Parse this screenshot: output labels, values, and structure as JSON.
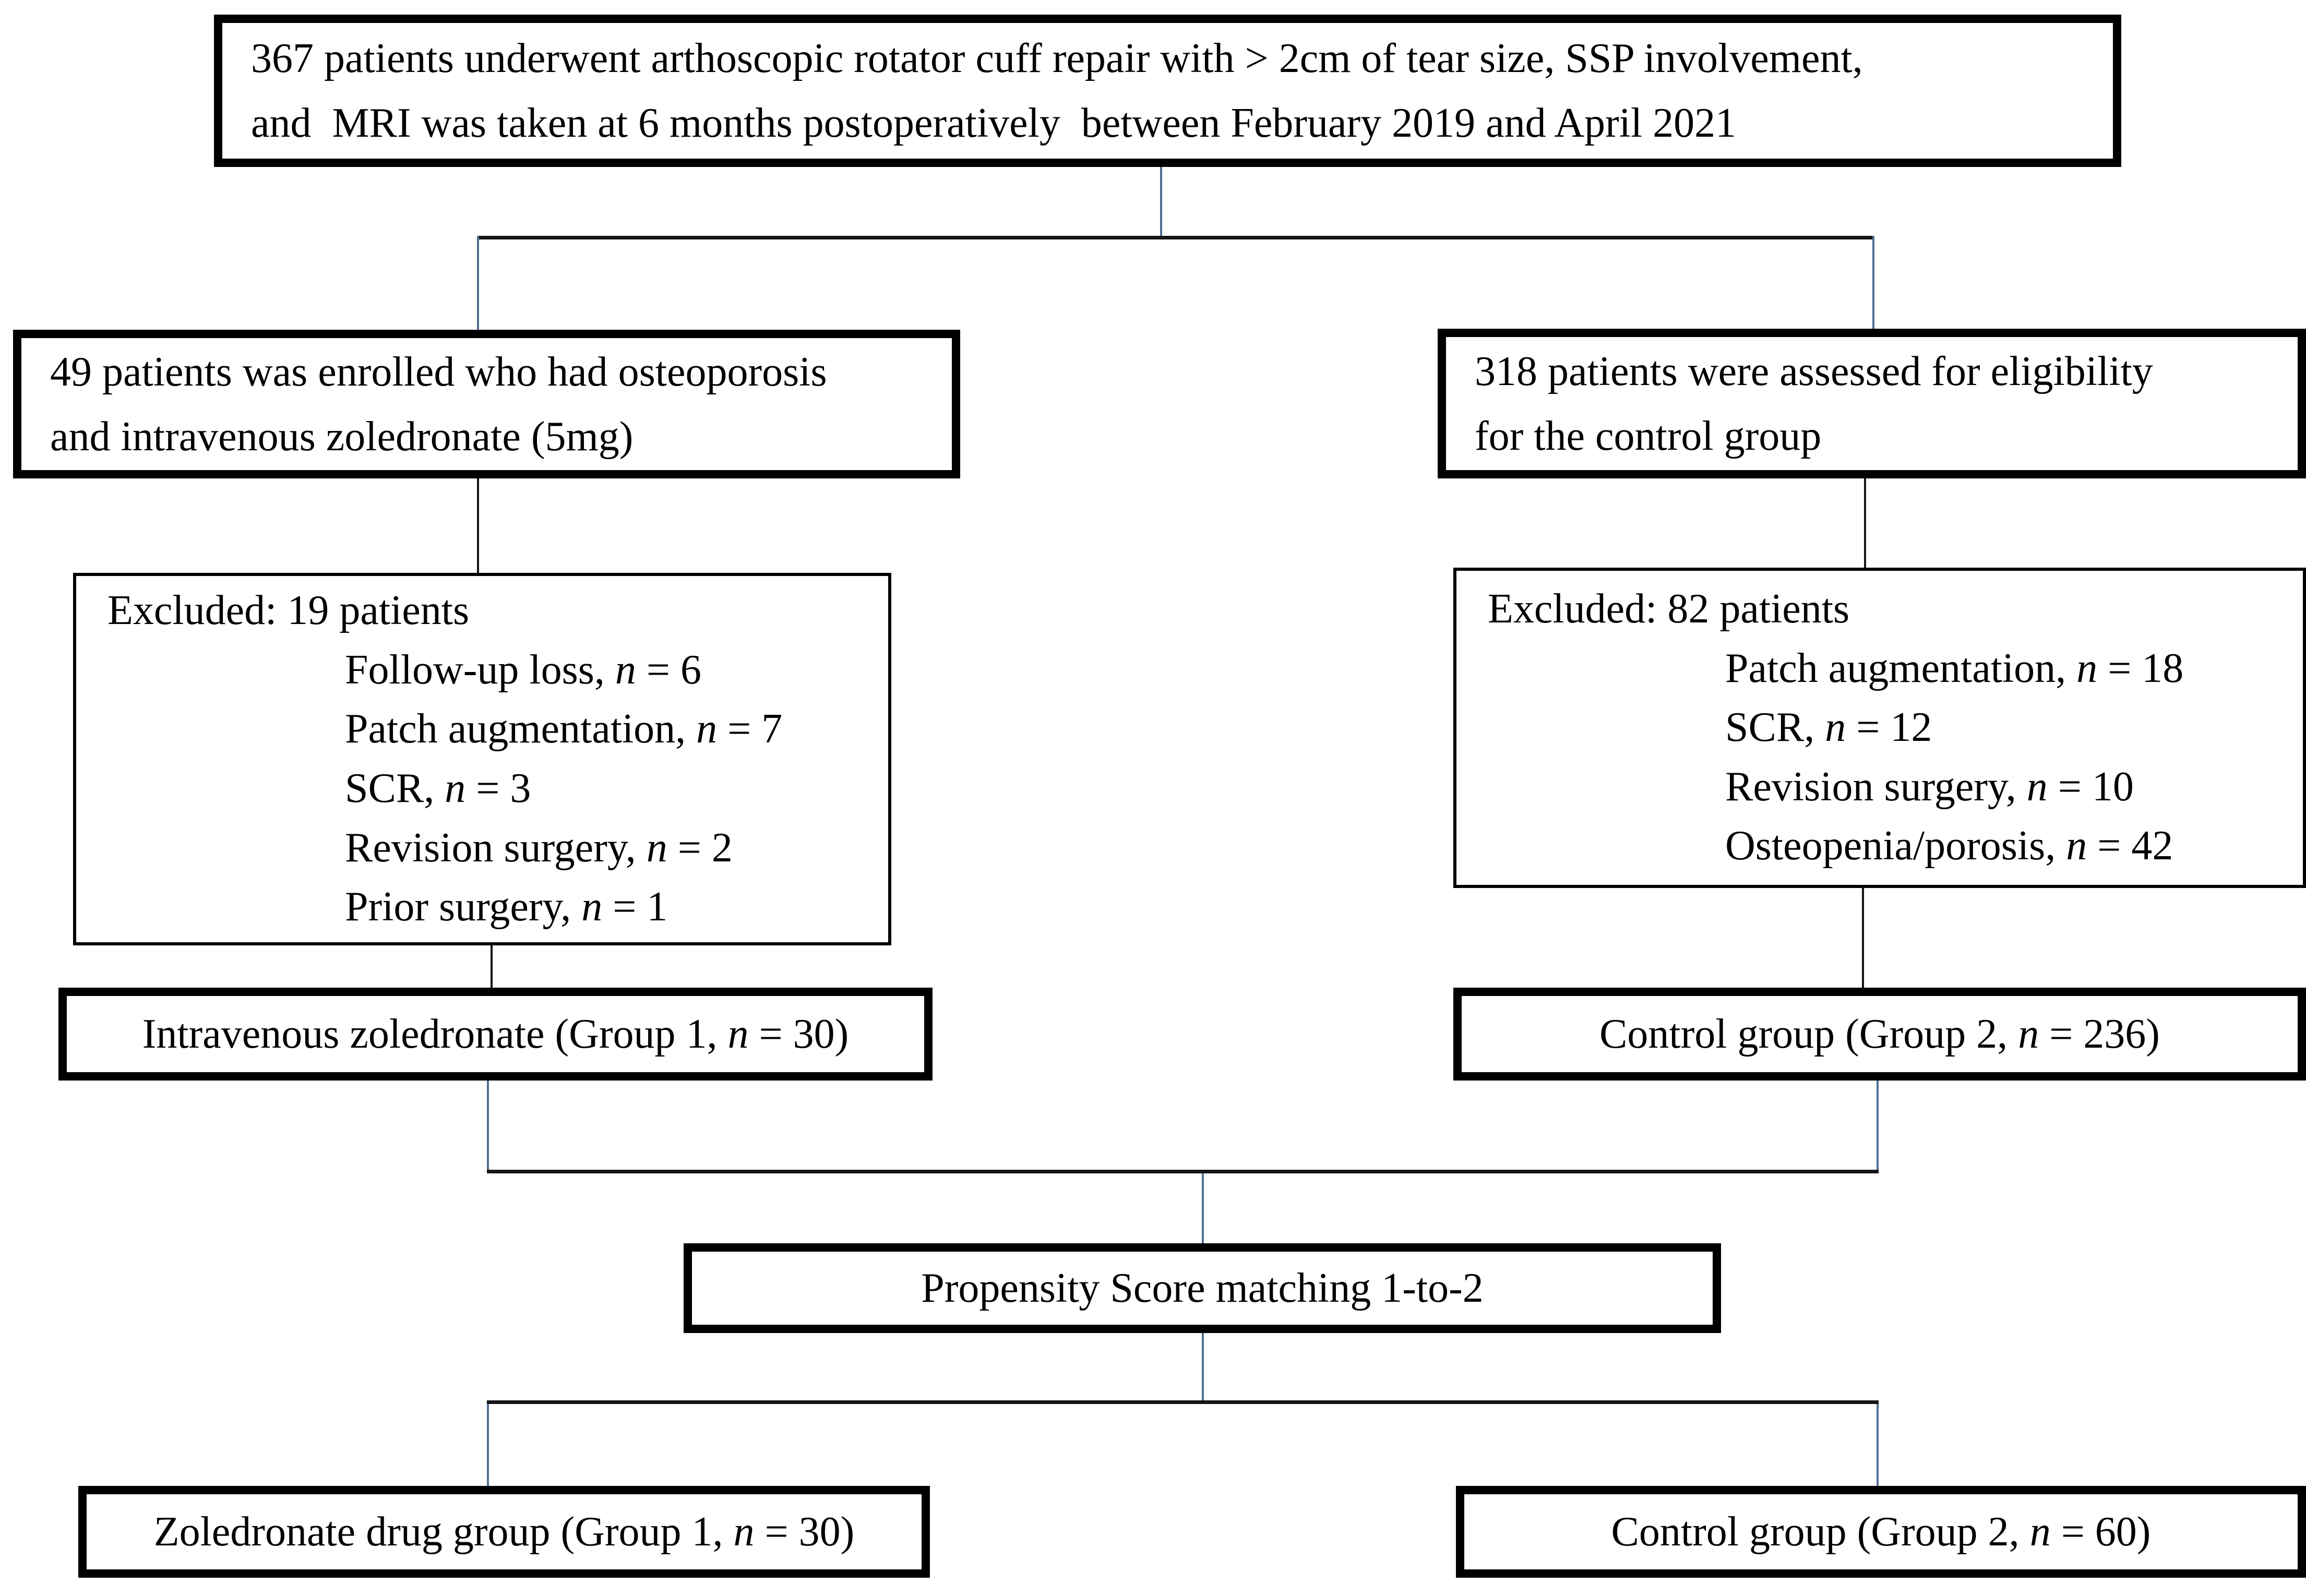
{
  "colors": {
    "connector_blue": "#4f6f94",
    "connector_black": "#151515",
    "box_border": "#000000",
    "background": "#ffffff"
  },
  "boxes": {
    "top": {
      "lines": [
        [
          {
            "t": "367 patients underwent arthoscopic rotator cuff repair with > 2cm of tear size, SSP involvement,"
          }
        ],
        [
          {
            "t": "and  MRI was taken at 6 months postoperatively  between February 2019 and April 2021"
          }
        ]
      ]
    },
    "enroll_left": {
      "lines": [
        [
          {
            "t": "49 patients was enrolled who had osteoporosis"
          }
        ],
        [
          {
            "t": "and intravenous zoledronate (5mg)"
          }
        ]
      ]
    },
    "enroll_right": {
      "lines": [
        [
          {
            "t": "318 patients were assessed for eligibility"
          }
        ],
        [
          {
            "t": "for the control group"
          }
        ]
      ]
    },
    "excluded_left": {
      "lines": [
        [
          {
            "t": "Excluded: 19 patients"
          }
        ],
        [
          {
            "t": "Follow-up loss, "
          },
          {
            "t": "n",
            "i": true
          },
          {
            "t": " = 6"
          }
        ],
        [
          {
            "t": "Patch augmentation, "
          },
          {
            "t": "n",
            "i": true
          },
          {
            "t": " = 7"
          }
        ],
        [
          {
            "t": "SCR, "
          },
          {
            "t": "n",
            "i": true
          },
          {
            "t": " = 3"
          }
        ],
        [
          {
            "t": "Revision surgery, "
          },
          {
            "t": "n",
            "i": true
          },
          {
            "t": " = 2"
          }
        ],
        [
          {
            "t": "Prior surgery, "
          },
          {
            "t": "n",
            "i": true
          },
          {
            "t": " = 1"
          }
        ]
      ]
    },
    "excluded_right": {
      "lines": [
        [
          {
            "t": "Excluded: 82 patients"
          }
        ],
        [
          {
            "t": "Patch augmentation, "
          },
          {
            "t": "n",
            "i": true
          },
          {
            "t": " = 18"
          }
        ],
        [
          {
            "t": "SCR, "
          },
          {
            "t": "n",
            "i": true
          },
          {
            "t": " = 12"
          }
        ],
        [
          {
            "t": "Revision surgery, "
          },
          {
            "t": "n",
            "i": true
          },
          {
            "t": " = 10"
          }
        ],
        [
          {
            "t": "Osteopenia/porosis, "
          },
          {
            "t": "n",
            "i": true
          },
          {
            "t": " = 42"
          }
        ]
      ]
    },
    "group1": {
      "lines": [
        [
          {
            "t": "Intravenous zoledronate (Group 1, "
          },
          {
            "t": "n",
            "i": true
          },
          {
            "t": " = 30)"
          }
        ]
      ]
    },
    "group2": {
      "lines": [
        [
          {
            "t": "Control group (Group 2, "
          },
          {
            "t": "n",
            "i": true
          },
          {
            "t": " = 236)"
          }
        ]
      ]
    },
    "propensity": {
      "lines": [
        [
          {
            "t": "Propensity Score matching 1-to-2"
          }
        ]
      ]
    },
    "final_left": {
      "lines": [
        [
          {
            "t": "Zoledronate drug group (Group 1, "
          },
          {
            "t": "n",
            "i": true
          },
          {
            "t": " = 30)"
          }
        ]
      ]
    },
    "final_right": {
      "lines": [
        [
          {
            "t": "Control group (Group 2, "
          },
          {
            "t": "n",
            "i": true
          },
          {
            "t": " = 60)"
          }
        ]
      ]
    }
  }
}
